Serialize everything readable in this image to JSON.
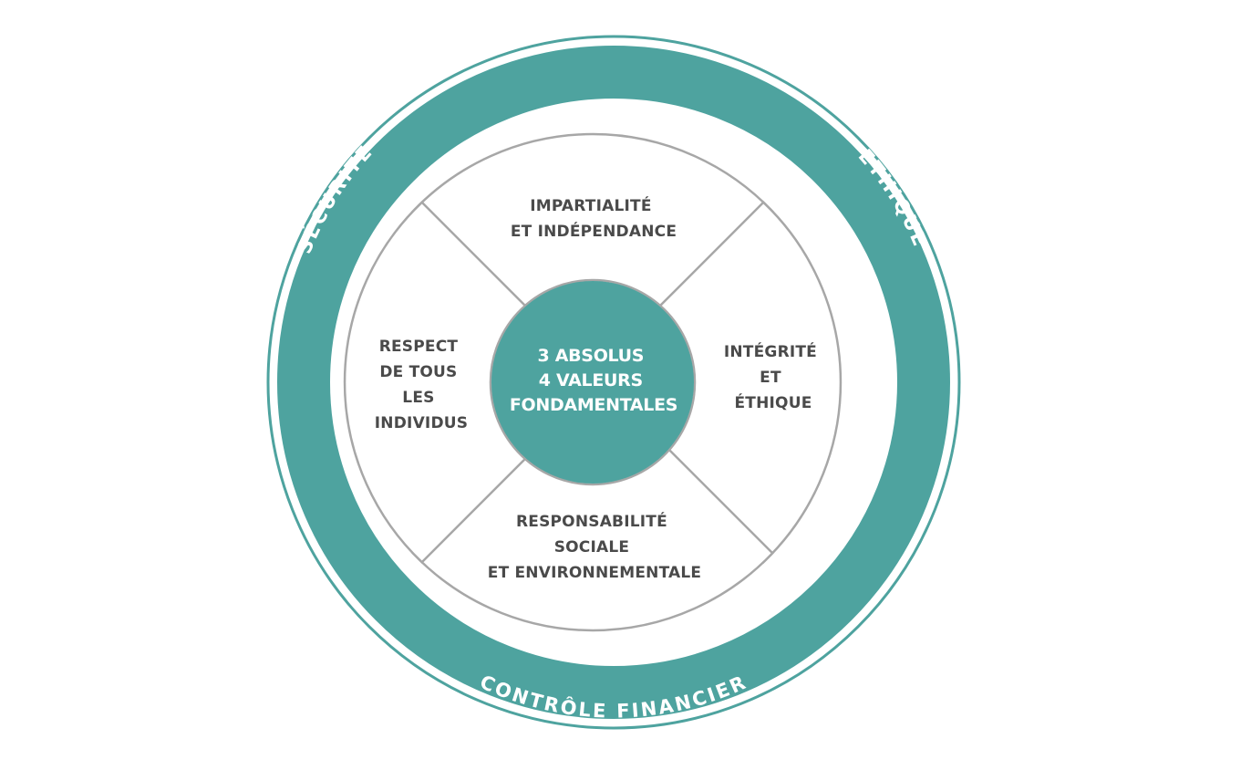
{
  "colors": {
    "teal": "#4ea39f",
    "outline": "#a7a7a7",
    "text": "#4a4a4a",
    "background": "#ffffff"
  },
  "ring": {
    "top_left": "SÉCURITÉ",
    "top_right": "ÉTHIQUE",
    "bottom": "CONTRÔLE FINANCIER"
  },
  "center": {
    "lines": [
      "3 ABSOLUS",
      "4 VALEURS",
      "FONDAMENTALES"
    ]
  },
  "quadrants": {
    "top": [
      "IMPARTIALITÉ",
      "ET INDÉPENDANCE"
    ],
    "right": [
      "INTÉGRITÉ",
      "ET",
      "ÉTHIQUE"
    ],
    "bottom": [
      "RESPONSABILITÉ",
      "SOCIALE",
      "ET ENVIRONNEMENTALE"
    ],
    "left": [
      "RESPECT",
      "DE TOUS",
      "LES",
      "INDIVIDUS"
    ]
  }
}
